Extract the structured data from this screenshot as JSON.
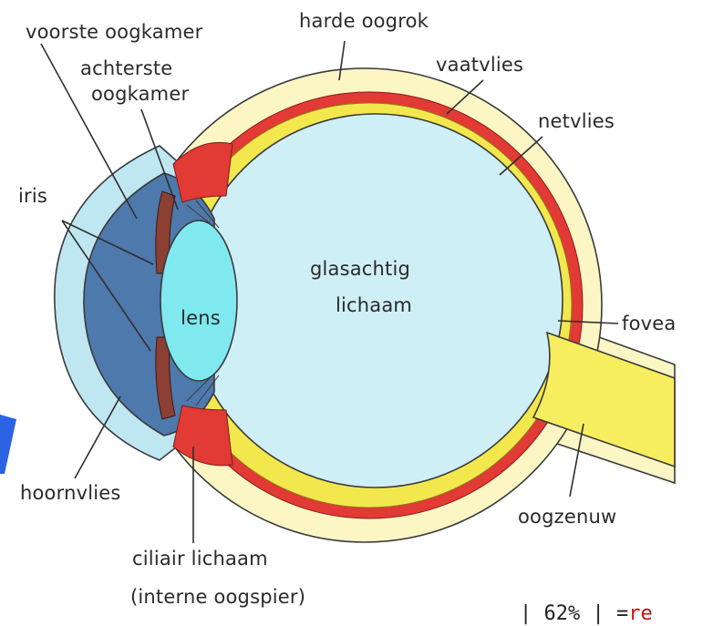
{
  "labels": {
    "voorste_oogkamer": "voorste oogkamer",
    "achterste_oogkamer_1": "achterste",
    "achterste_oogkamer_2": "oogkamer",
    "harde_oogrok": "harde oogrok",
    "vaatvlies": "vaatvlies",
    "netvlies": "netvlies",
    "iris": "iris",
    "glasachtig_1": "glasachtig",
    "glasachtig_2": "lichaam",
    "lens": "lens",
    "fovea": "fovea",
    "hoornvlies": "hoornvlies",
    "oogzenuw": "oogzenuw",
    "ciliair_1": "ciliair lichaam",
    "ciliair_2": "(interne oogspier)"
  },
  "footer": {
    "zoom_text": "| 62% | =",
    "zoom_rest": "re"
  },
  "colors": {
    "sclera": "#fbf6c4",
    "choroid": "#e23a35",
    "retina": "#f3e74e",
    "vitreous": "#cfeff7",
    "aqueous": "#4e79ac",
    "lens": "#7fe9ef",
    "cornea": "#bfe7f2",
    "nerve": "#f6ee5e",
    "accent_arrow": "#2b63e3"
  }
}
